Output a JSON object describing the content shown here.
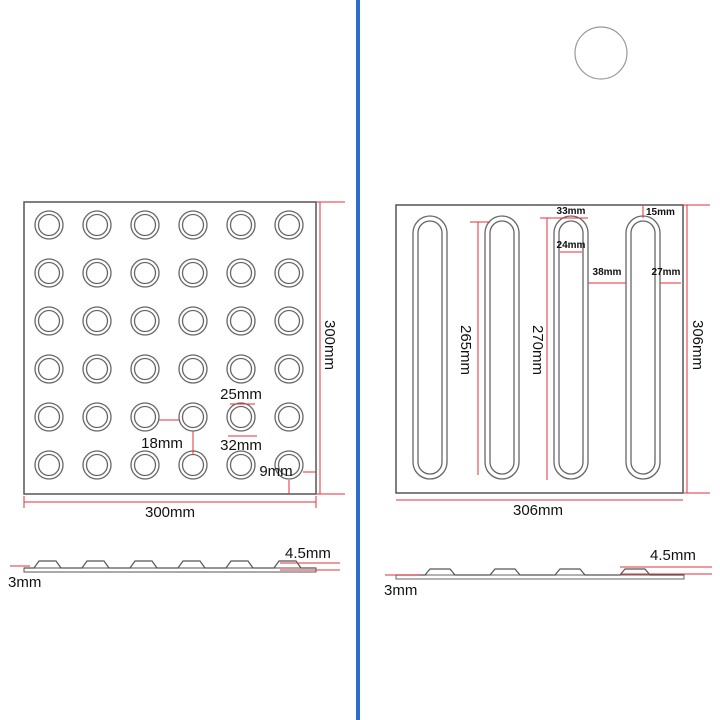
{
  "colors": {
    "dimension": "#e0303a",
    "divider": "#2a6fc9",
    "outline": "#555555"
  },
  "left_tile": {
    "title": "Dot tactile tile",
    "width_label": "300mm",
    "height_label": "300mm",
    "dot_diameter_label": "25mm",
    "dot_outer_label": "32mm",
    "dot_gap_label": "18mm",
    "edge_margin_label": "9mm",
    "grid": {
      "rows": 6,
      "cols": 6
    },
    "profile": {
      "height_label": "4.5mm",
      "base_label": "3mm"
    }
  },
  "right_tile": {
    "title": "Bar tactile tile",
    "width_label": "306mm",
    "height_label": "306mm",
    "bar_length_inner_label": "265mm",
    "bar_length_outer_label": "270mm",
    "bar_outer_width_label": "33mm",
    "bar_inner_width_label": "24mm",
    "bar_gap_label": "38mm",
    "edge_margin_side_label": "27mm",
    "edge_margin_top_label": "15mm",
    "bars": 4,
    "profile": {
      "height_label": "4.5mm",
      "base_label": "3mm"
    }
  }
}
